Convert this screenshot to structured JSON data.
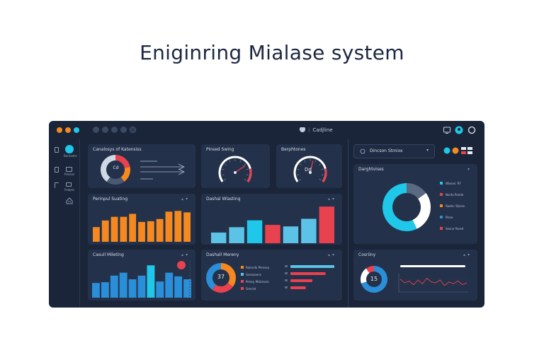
{
  "page": {
    "title": "Eniginring Mialase system"
  },
  "colors": {
    "accent_cyan": "#1fc8e8",
    "accent_orange": "#f5891f",
    "accent_red": "#e8424f",
    "accent_blue": "#2a8ed8",
    "accent_sky": "#5cc3e6",
    "window_bg": "#1a2539",
    "panel_bg": "#24314a"
  },
  "titlebar": {
    "center_title": "Cadjline",
    "icons": [
      "app-glyph-icon",
      "monitor-icon",
      "user-avatar-icon",
      "power-icon"
    ]
  },
  "sidebar": {
    "items": [
      {
        "label": "Boreades",
        "icon": "pin-icon"
      },
      {
        "label": "Prolsas",
        "icon": "shield-icon"
      },
      {
        "label": "Fedpes",
        "icon": "folder-icon"
      },
      {
        "label": "",
        "icon": "home-icon"
      }
    ]
  },
  "panels": {
    "overview": {
      "title": "Canalosys of Katensiss",
      "donut_label": "Cd"
    },
    "gauge_1": {
      "title": "Pinsed Swing"
    },
    "gauge_2": {
      "title": "Berphtones",
      "value_label": "Dd"
    },
    "status": {
      "title": "Dincson Stmiox"
    },
    "distribution": {
      "title": "Darghtvises",
      "legend": [
        "Wiosns: RF",
        "Nocte Rsede",
        "Reote: Starse",
        "Pisne",
        "Sexne fissed"
      ]
    },
    "bars_orange": {
      "title": "Perinpul Suating"
    },
    "bars_mixed": {
      "title": "Dashal Wlasting"
    },
    "bars_blue": {
      "title": "Casuil Mileting"
    },
    "breakdown": {
      "title": "Dashall Mereny",
      "donut_value": "37",
      "legend": [
        "Rolernts Plensey",
        "Gesnasens",
        "Pelssy Misbrouls",
        "Grevist"
      ]
    },
    "trend": {
      "title": "Cosriiny",
      "donut_value": "15"
    }
  },
  "chart_data": [
    {
      "type": "bar",
      "name": "bars_orange",
      "values": [
        20,
        29,
        34,
        34,
        38,
        27,
        28,
        31,
        41,
        42,
        40
      ],
      "ylim": [
        0,
        50
      ]
    },
    {
      "type": "bar",
      "name": "bars_mixed",
      "values": [
        14,
        21,
        30,
        24,
        22,
        32,
        48
      ],
      "ylim": [
        0,
        50
      ]
    },
    {
      "type": "bar",
      "name": "bars_blue",
      "values": [
        20,
        21,
        30,
        34,
        25,
        30,
        44,
        22,
        34,
        29,
        25
      ],
      "ylim": [
        0,
        50
      ]
    },
    {
      "type": "pie",
      "name": "distribution",
      "values": [
        15,
        28,
        57
      ],
      "colors": [
        "#5a6a82",
        "#ffffff",
        "#1fc8e8"
      ]
    },
    {
      "type": "pie",
      "name": "overview_donut",
      "values": [
        22,
        18,
        20,
        40
      ],
      "colors": [
        "#e8424f",
        "#f5891f",
        "#4a5872",
        "#d0d8e6"
      ]
    },
    {
      "type": "pie",
      "name": "breakdown_donut",
      "values": [
        35,
        25,
        40
      ],
      "colors": [
        "#f5891f",
        "#e8424f",
        "#2a8ed8"
      ]
    },
    {
      "type": "pie",
      "name": "trend_donut",
      "values": [
        70,
        20,
        10
      ],
      "colors": [
        "#2a8ed8",
        "#ffffff",
        "#e8424f"
      ]
    },
    {
      "type": "bar",
      "name": "breakdown_hbars",
      "values": [
        100,
        80,
        50,
        35
      ],
      "xlim": [
        0,
        100
      ]
    },
    {
      "type": "line",
      "name": "trend_line",
      "values": [
        14,
        10,
        12,
        8,
        13,
        9,
        15,
        11,
        10,
        13,
        7,
        11,
        9,
        12,
        8,
        10
      ],
      "ylim": [
        0,
        20
      ]
    },
    {
      "type": "gauge",
      "name": "gauge_1",
      "value": 0.72
    },
    {
      "type": "gauge",
      "name": "gauge_2",
      "value": 0.55
    }
  ]
}
